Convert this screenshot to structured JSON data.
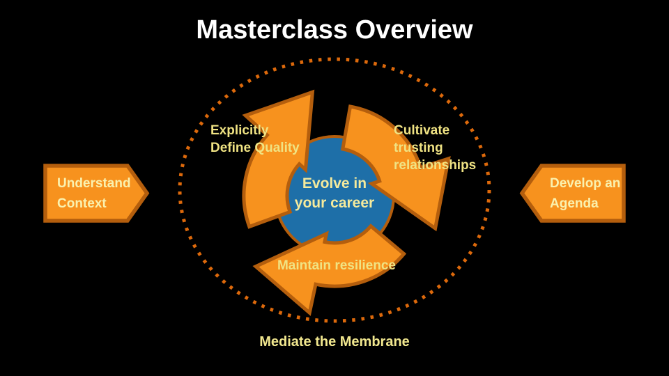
{
  "slide": {
    "title": "Masterclass Overview",
    "caption": "Mediate the Membrane"
  },
  "side_boxes": {
    "left": {
      "lines": [
        "Understand",
        "Context"
      ]
    },
    "right": {
      "lines": [
        "Develop an",
        "Agenda"
      ]
    }
  },
  "cycle": {
    "center": {
      "lines": [
        "Evolve in",
        "your career"
      ]
    },
    "steps": {
      "top_left": {
        "lines": [
          "Explicitly",
          "Define Quality"
        ]
      },
      "top_right": {
        "lines": [
          "Cultivate",
          "trusting",
          "relationships"
        ]
      },
      "bottom": {
        "lines": [
          "Maintain resilience"
        ]
      }
    }
  },
  "colors": {
    "background": "#000000",
    "title_text": "#FFFFFF",
    "arrow_fill": "#F7921E",
    "arrow_border": "#B45E0D",
    "dotted_ring": "#DD690B",
    "center_circle": "#1E6FA8",
    "step_label_text": "#F0E383",
    "box_label_text": "#FAF1AE",
    "center_text": "#F5EA9C",
    "caption_text": "#F2E88F"
  }
}
